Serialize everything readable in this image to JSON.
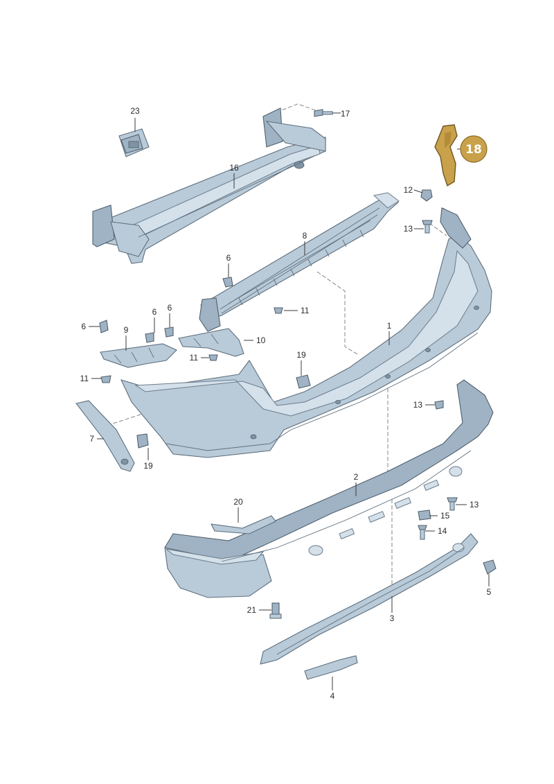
{
  "diagram": {
    "type": "exploded parts diagram",
    "highlight_color": "#c9a14a",
    "part_color": "#b9cad8",
    "highlighted_callout": "18",
    "labels": {
      "p23": "23",
      "p17": "17",
      "p16": "16",
      "p18": "18",
      "p12": "12",
      "p13a": "13",
      "p8": "8",
      "p6a": "6",
      "p11a": "11",
      "p6b": "6",
      "p6c": "6",
      "p6d": "6",
      "p9": "9",
      "p10": "10",
      "p11b": "11",
      "p11c": "11",
      "p1": "1",
      "p19a": "19",
      "p7": "7",
      "p19b": "19",
      "p13b": "13",
      "p2": "2",
      "p13c": "13",
      "p20": "20",
      "p15": "15",
      "p14": "14",
      "p5": "5",
      "p21": "21",
      "p3": "3",
      "p4": "4"
    }
  }
}
